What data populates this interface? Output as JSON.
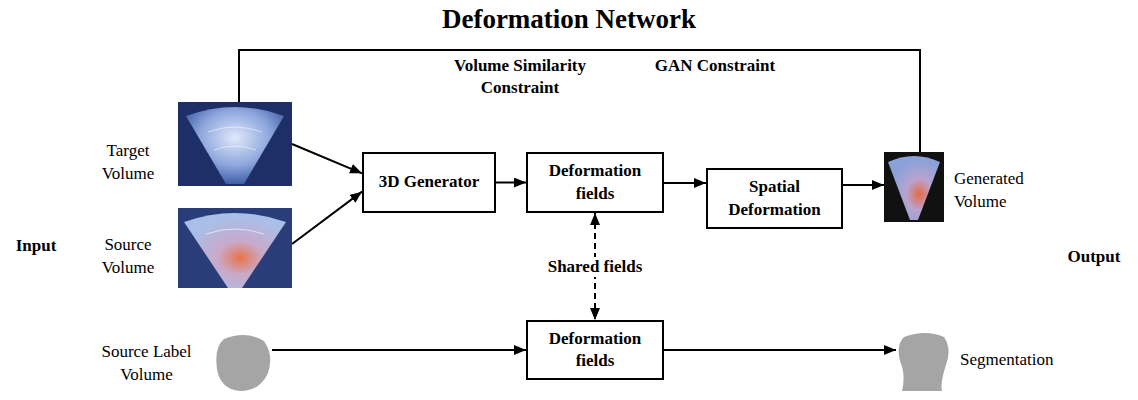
{
  "diagram": {
    "title": "Deformation Network",
    "nodes": [
      {
        "text": [
          "Target Volume"
        ]
      },
      {
        "text": [
          "Source Volume"
        ]
      },
      {
        "text": [
          "3D Generator"
        ]
      },
      {
        "text": [
          "Deformation fields"
        ]
      },
      {
        "text": [
          "Spatial Deformation"
        ]
      },
      {
        "text": [
          "Generated Volume"
        ]
      },
      {
        "text": [
          "Source Label Volume"
        ]
      },
      {
        "text": [
          "Deformation fields"
        ]
      },
      {
        "text": [
          "Segmentation"
        ]
      }
    ],
    "edges": [
      {
        "from": 0,
        "to": 2,
        "arrow": "to"
      },
      {
        "from": 1,
        "to": 2,
        "arrow": "to"
      },
      {
        "from": 2,
        "to": 3,
        "arrow": "to"
      },
      {
        "from": 3,
        "to": 4,
        "arrow": "to"
      },
      {
        "from": 4,
        "to": 5,
        "arrow": "to"
      },
      {
        "from": 5,
        "to": 0,
        "arrow": "none"
      },
      {
        "from": 3,
        "to": 7,
        "label": "Shared fields",
        "arrow": "both"
      },
      {
        "from": 6,
        "to": 7,
        "arrow": "to"
      },
      {
        "from": 7,
        "to": 8,
        "arrow": "to"
      }
    ],
    "labels": [
      "Volume Similarity Constraint",
      "GAN Constraint",
      "Input",
      "Output"
    ]
  }
}
